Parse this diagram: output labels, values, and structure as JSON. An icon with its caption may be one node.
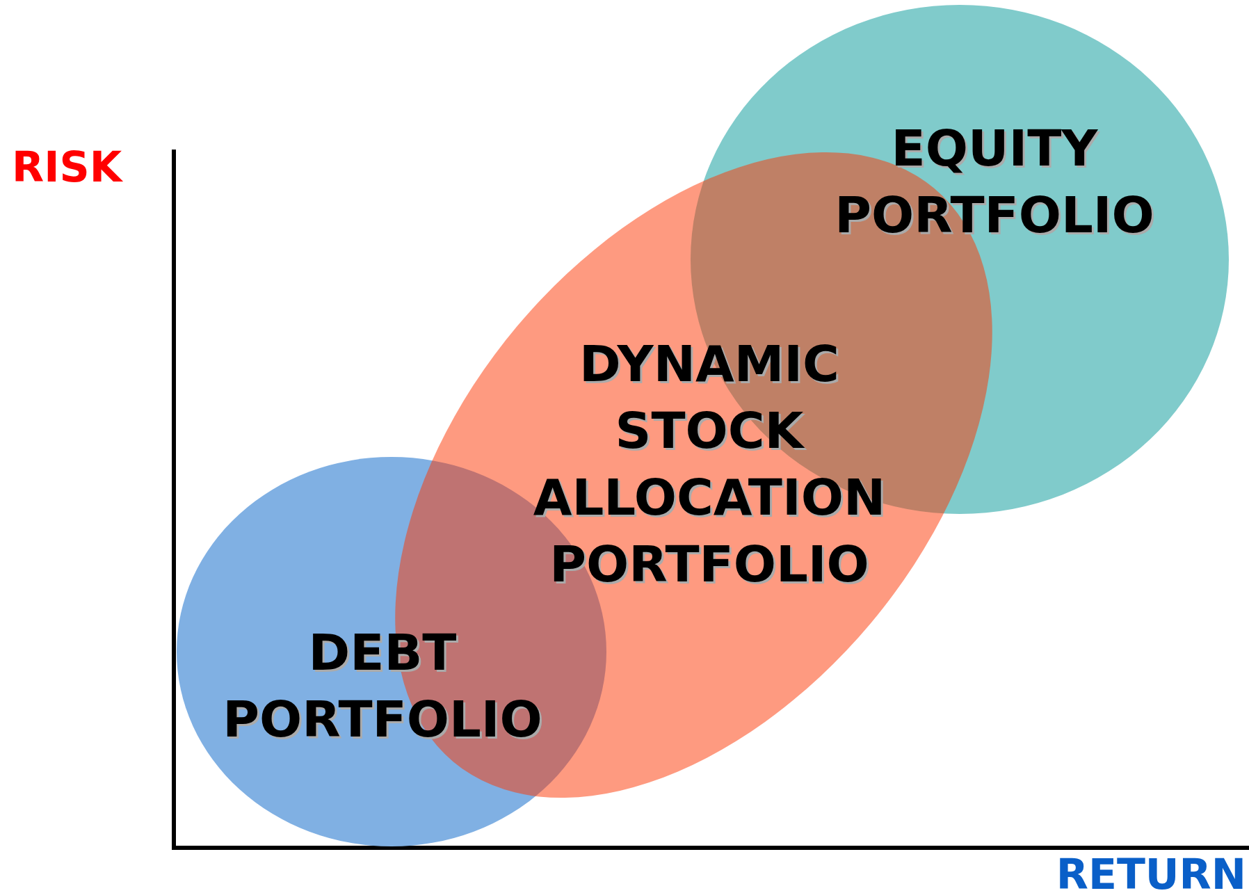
{
  "diagram": {
    "nodes": [
      {
        "text": [
          "EQUITY PORTFOLIO"
        ]
      },
      {
        "text": [
          "DYNAMIC STOCK ALLOCATION PORTFOLIO"
        ]
      },
      {
        "text": [
          "DEBT PORTFOLIO"
        ]
      }
    ],
    "edges": [],
    "labels": [
      "RISK",
      "RETURN"
    ]
  }
}
